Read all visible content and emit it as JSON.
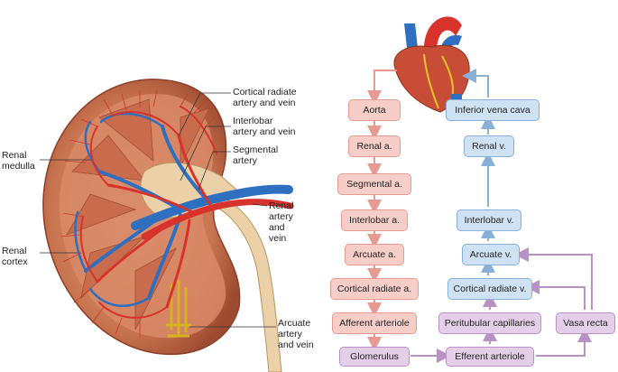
{
  "kidney_labels": {
    "cortical_radiate": "Cortical radiate\nartery and vein",
    "interlobar": "Interlobar\nartery and vein",
    "segmental": "Segmental\nartery",
    "renal_medulla": "Renal\nmedulla",
    "renal_artery_vein": "Renal\nartery\nand\nvein",
    "renal_cortex": "Renal\ncortex",
    "arcuate": "Arcuate\nartery\nand vein"
  },
  "flow": {
    "arterial": [
      "Aorta",
      "Renal a.",
      "Segmental a.",
      "Interlobar a.",
      "Arcuate a.",
      "Cortical radiate a.",
      "Afferent arteriole"
    ],
    "venous": [
      "Inferior vena cava",
      "Renal v.",
      "Interlobar v.",
      "Arcuate v.",
      "Cortical radiate v."
    ],
    "capillary": {
      "glomerulus": "Glomerulus",
      "efferent_arteriole": "Efferent arteriole",
      "peritubular": "Peritubular capillaries",
      "vasa_recta": "Vasa recta"
    }
  },
  "colors": {
    "artery": "#d8322c",
    "vein": "#2e6fc0",
    "arterial_box": "#f7cdc7",
    "venous_box": "#cfe2f3",
    "capillary_box": "#e3cfe7",
    "kidney_tissue": "#c47253"
  }
}
